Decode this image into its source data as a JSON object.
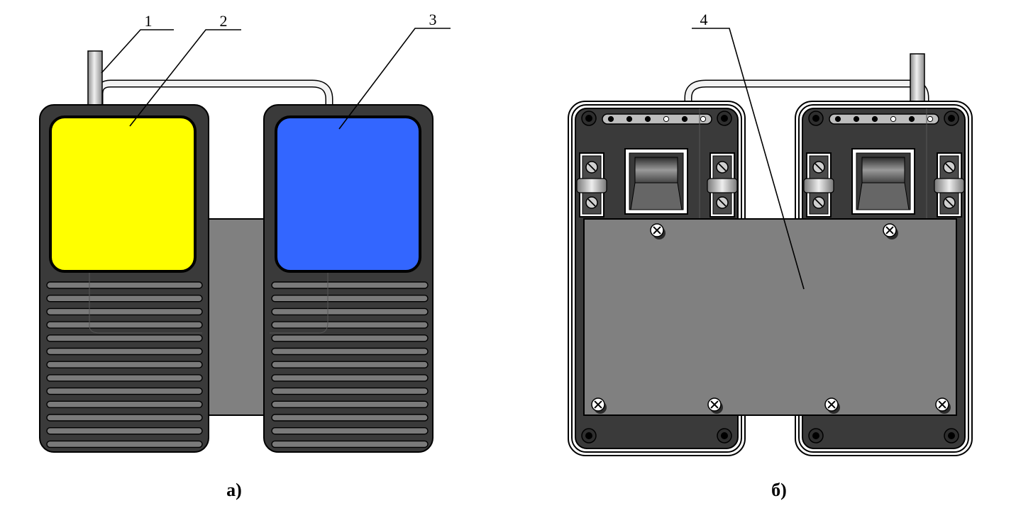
{
  "labels": {
    "rod": "1",
    "yellow_pedal": "2",
    "blue_pedal": "3",
    "cover_plate": "4"
  },
  "captions": {
    "front_view": "а)",
    "back_view": "б)"
  },
  "colors": {
    "housing": "#3a3a3a",
    "housing_outline": "#000000",
    "yellow_pad": "#ffff00",
    "blue_pad": "#3366ff",
    "connector_plate": "#808080",
    "cover_plate": "#808080",
    "rod": "#c8c8c8",
    "cable": "#f2f2f2",
    "screw": "#ffffff"
  }
}
